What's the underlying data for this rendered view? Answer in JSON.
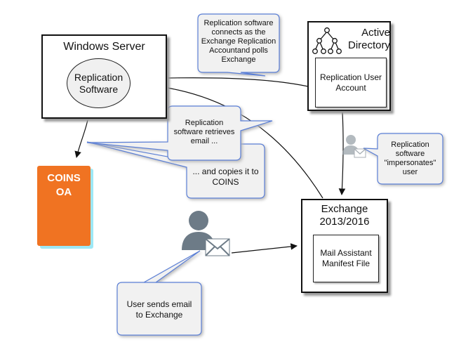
{
  "windows_server": {
    "title": "Windows Server",
    "replication_software": "Replication\nSoftware"
  },
  "active_directory": {
    "title": "Active\nDirectory",
    "account": "Replication User\nAccount"
  },
  "exchange": {
    "title": "Exchange\n2013/2016",
    "manifest": "Mail Assistant\nManifest File"
  },
  "coins": {
    "label": "COINS\nOA"
  },
  "callouts": {
    "polls": "Replication software\nconnects as the\nExchange Replication\nAccountand polls\nExchange",
    "retrieves": "Replication\nsoftware retrieves\nemail ...",
    "copies": "... and copies it to\nCOINS",
    "impersonates": "Replication\nsoftware\n\"impersonates\"\nuser",
    "user_sends": "User sends email\nto Exchange"
  },
  "icons": [
    "hierarchy-icon",
    "user-mail-icon",
    "user-mail-small-icon"
  ],
  "colors": {
    "coins_fill": "#f07322",
    "coins_shadow": "#9ee8f5",
    "callout_border": "#5b7fd6",
    "callout_fill": "#f1f1f1",
    "user_icon": "#6d7b87"
  }
}
